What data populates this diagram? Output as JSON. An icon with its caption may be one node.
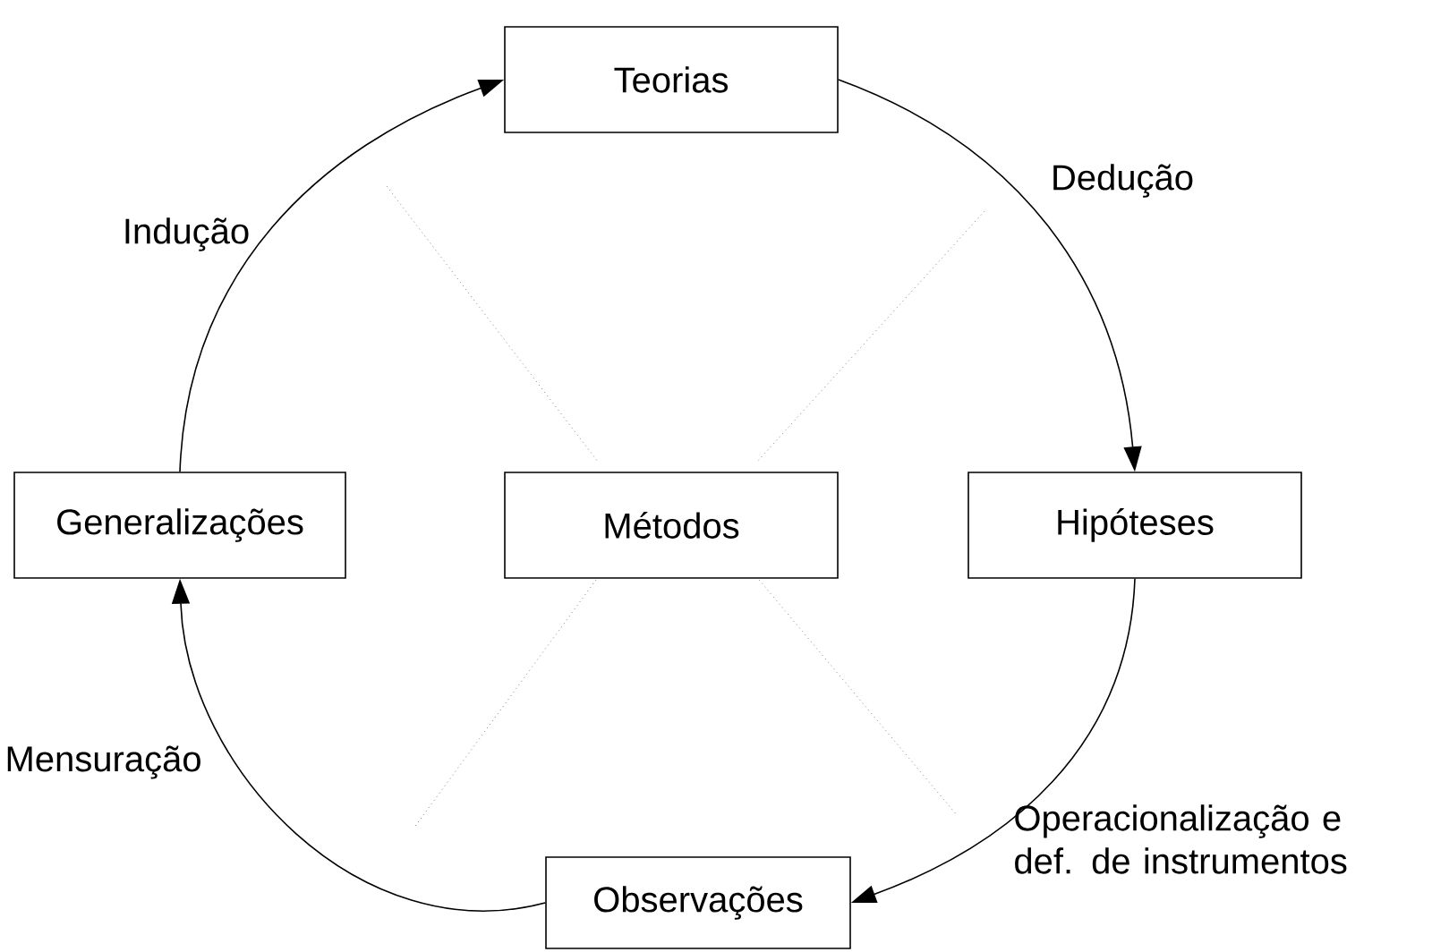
{
  "diagram": {
    "nodes": [
      {
        "text": [
          "Teorias"
        ]
      },
      {
        "text": [
          "Generalizações"
        ]
      },
      {
        "text": [
          "Métodos"
        ]
      },
      {
        "text": [
          "Hipóteses"
        ]
      },
      {
        "text": [
          "Observações"
        ]
      }
    ],
    "edges": [
      {
        "from": 1,
        "to": 0,
        "arrow": "to",
        "label": "Indução"
      },
      {
        "from": 0,
        "to": 3,
        "arrow": "to",
        "label": "Dedução"
      },
      {
        "from": 3,
        "to": 4,
        "arrow": "to",
        "label": "Operacionalização e def. de instrumentos"
      },
      {
        "from": 4,
        "to": 1,
        "arrow": "to",
        "label": "Mensuração"
      }
    ]
  }
}
